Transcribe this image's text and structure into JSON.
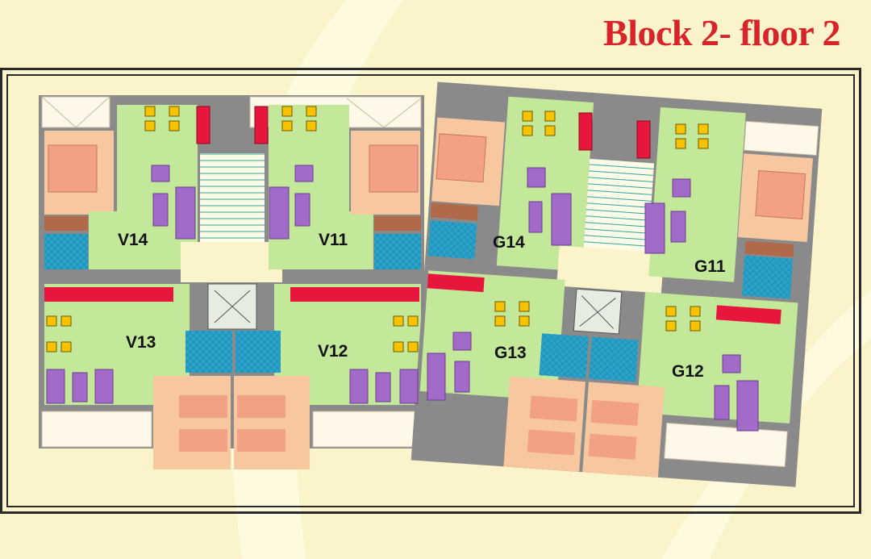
{
  "title": "Block 2- floor 2",
  "colors": {
    "background": "#fbf3c9",
    "title": "#d8232a",
    "living_room": "#c4e89a",
    "bedroom": "#f7c7a0",
    "bed": "#f3a185",
    "bathroom": "#29a7cf",
    "kitchen_counter": "#e6163d",
    "corridor": "#fbf3c9",
    "balcony": "#fdf8e8",
    "wall": "#8a8a8a",
    "furniture": "#a26ac9",
    "chairs": "#f7c300"
  },
  "units": [
    {
      "id": "V14"
    },
    {
      "id": "V11"
    },
    {
      "id": "G14"
    },
    {
      "id": "G11"
    },
    {
      "id": "V13"
    },
    {
      "id": "V12"
    },
    {
      "id": "G13"
    },
    {
      "id": "G12"
    }
  ]
}
